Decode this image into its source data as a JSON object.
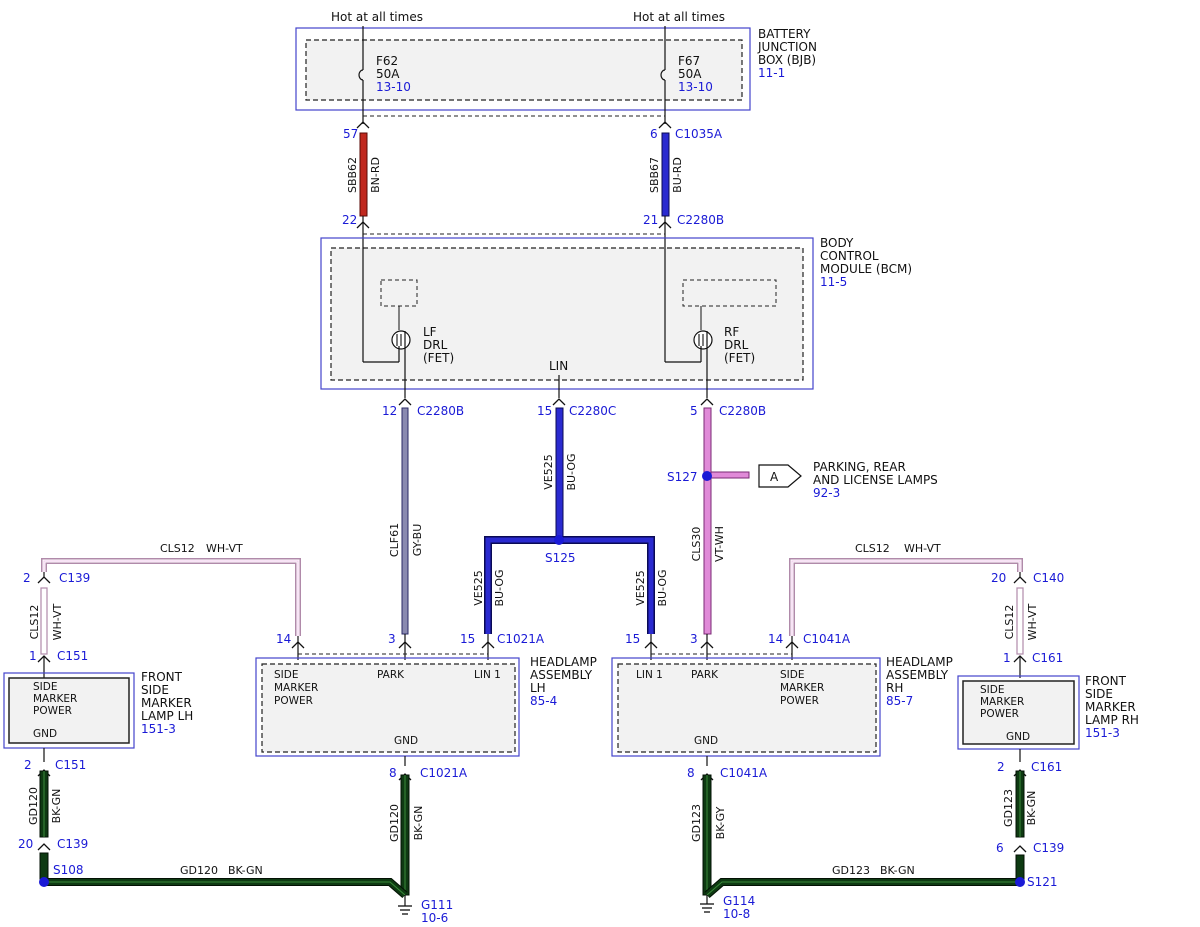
{
  "power": {
    "left_hot": "Hot at all times",
    "right_hot": "Hot at all times"
  },
  "bjb": {
    "name_lines": [
      "BATTERY",
      "JUNCTION",
      "BOX (BJB)"
    ],
    "ref": "11-1",
    "fuse_left": {
      "id": "F62",
      "rating": "50A",
      "ref": "13-10"
    },
    "fuse_right": {
      "id": "F67",
      "rating": "50A",
      "ref": "13-10"
    }
  },
  "bcm": {
    "name_lines": [
      "BODY",
      "CONTROL",
      "MODULE (BCM)"
    ],
    "ref": "11-5",
    "lf_lines": [
      "LF",
      "DRL",
      "(FET)"
    ],
    "rf_lines": [
      "RF",
      "DRL",
      "(FET)"
    ],
    "lin": "LIN"
  },
  "feed_wires": {
    "left": {
      "top_pin": "57",
      "circuit": "SBB62",
      "color": "BN-RD",
      "bottom_pin": "22"
    },
    "right": {
      "top_pin": "6",
      "top_conn": "C1035A",
      "circuit": "SBB67",
      "color": "BU-RD",
      "bottom_pin": "21",
      "bottom_conn": "C2280B"
    }
  },
  "bcm_outputs": {
    "left": {
      "pin": "12",
      "conn": "C2280B",
      "circuit": "CLF61",
      "color": "GY-BU"
    },
    "center": {
      "pin": "15",
      "conn": "C2280C",
      "circuit": "VE525",
      "color": "BU-OG"
    },
    "right": {
      "pin": "5",
      "conn": "C2280B",
      "circuit": "CLS30",
      "color": "VT-WH"
    }
  },
  "splices": {
    "s125": "S125",
    "s127": "S127",
    "s108": "S108",
    "s121": "S121"
  },
  "parking_ref": {
    "letter": "A",
    "lines": [
      "PARKING, REAR",
      "AND LICENSE LAMPS"
    ],
    "ref": "92-3"
  },
  "lin_branches": {
    "left": {
      "circuit": "VE525",
      "color": "BU-OG"
    },
    "right": {
      "circuit": "VE525",
      "color": "BU-OG"
    }
  },
  "cls12_left": {
    "circuit": "CLS12",
    "color": "WH-VT",
    "vcircuit": "CLS12",
    "vcolor": "WH-VT",
    "top_pin": "2",
    "top_conn": "C139",
    "bottom_pin": "1",
    "bottom_conn": "C151"
  },
  "cls12_right": {
    "circuit": "CLS12",
    "color": "WH-VT",
    "vcircuit": "CLS12",
    "vcolor": "WH-VT",
    "top_pin": "20",
    "top_conn": "C140",
    "bottom_pin": "1",
    "bottom_conn": "C161"
  },
  "headlamp_lh": {
    "name_lines": [
      "HEADLAMP",
      "ASSEMBLY",
      "LH"
    ],
    "ref": "85-4",
    "pin_side": "14",
    "pin_park": "3",
    "pin_lin": "15",
    "conn": "C1021A",
    "side_lines": [
      "SIDE",
      "MARKER",
      "POWER"
    ],
    "park": "PARK",
    "lin": "LIN 1",
    "gnd": "GND",
    "gnd_pin": "8",
    "gnd_conn": "C1021A"
  },
  "headlamp_rh": {
    "name_lines": [
      "HEADLAMP",
      "ASSEMBLY",
      "RH"
    ],
    "ref": "85-7",
    "pin_lin": "15",
    "pin_park": "3",
    "pin_side": "14",
    "conn": "C1041A",
    "side_lines": [
      "SIDE",
      "MARKER",
      "POWER"
    ],
    "park": "PARK",
    "lin": "LIN 1",
    "gnd": "GND",
    "gnd_pin": "8",
    "gnd_conn": "C1041A"
  },
  "marker_lh": {
    "name_lines": [
      "FRONT",
      "SIDE",
      "MARKER",
      "LAMP LH"
    ],
    "ref": "151-3",
    "inner_lines": [
      "SIDE",
      "MARKER",
      "POWER"
    ],
    "gnd": "GND",
    "gnd_pin": "2",
    "gnd_conn": "C151",
    "lower_pin": "20",
    "lower_conn": "C139",
    "circuit": "GD120",
    "color": "BK-GN"
  },
  "marker_rh": {
    "name_lines": [
      "FRONT",
      "SIDE",
      "MARKER",
      "LAMP RH"
    ],
    "ref": "151-3",
    "inner_lines": [
      "SIDE",
      "MARKER",
      "POWER"
    ],
    "gnd": "GND",
    "gnd_pin": "2",
    "gnd_conn": "C161",
    "lower_pin": "6",
    "lower_conn": "C139",
    "circuit": "GD123",
    "color": "BK-GN"
  },
  "ground_lh": {
    "vcircuit": "GD120",
    "vcolor": "BK-GN",
    "hcircuit": "GD120",
    "hcolor": "BK-GN",
    "ground": "G111",
    "ref": "10-6"
  },
  "ground_rh": {
    "vcircuit": "GD123",
    "vcolor": "BK-GY",
    "hcircuit": "GD123",
    "hcolor": "BK-GN",
    "ground": "G114",
    "ref": "10-8"
  },
  "colors": {
    "blue_label": "#1a1ad6",
    "bn_rd": "#c0281e",
    "bu_rd": "#2a2ad0",
    "gy_bu": "#8a8ab0",
    "bu_og": "#2a2ad0",
    "vt_wh": "#e08ad8",
    "wh_vt": "#f0c8ec",
    "bk_gn": "#0e3a12"
  }
}
